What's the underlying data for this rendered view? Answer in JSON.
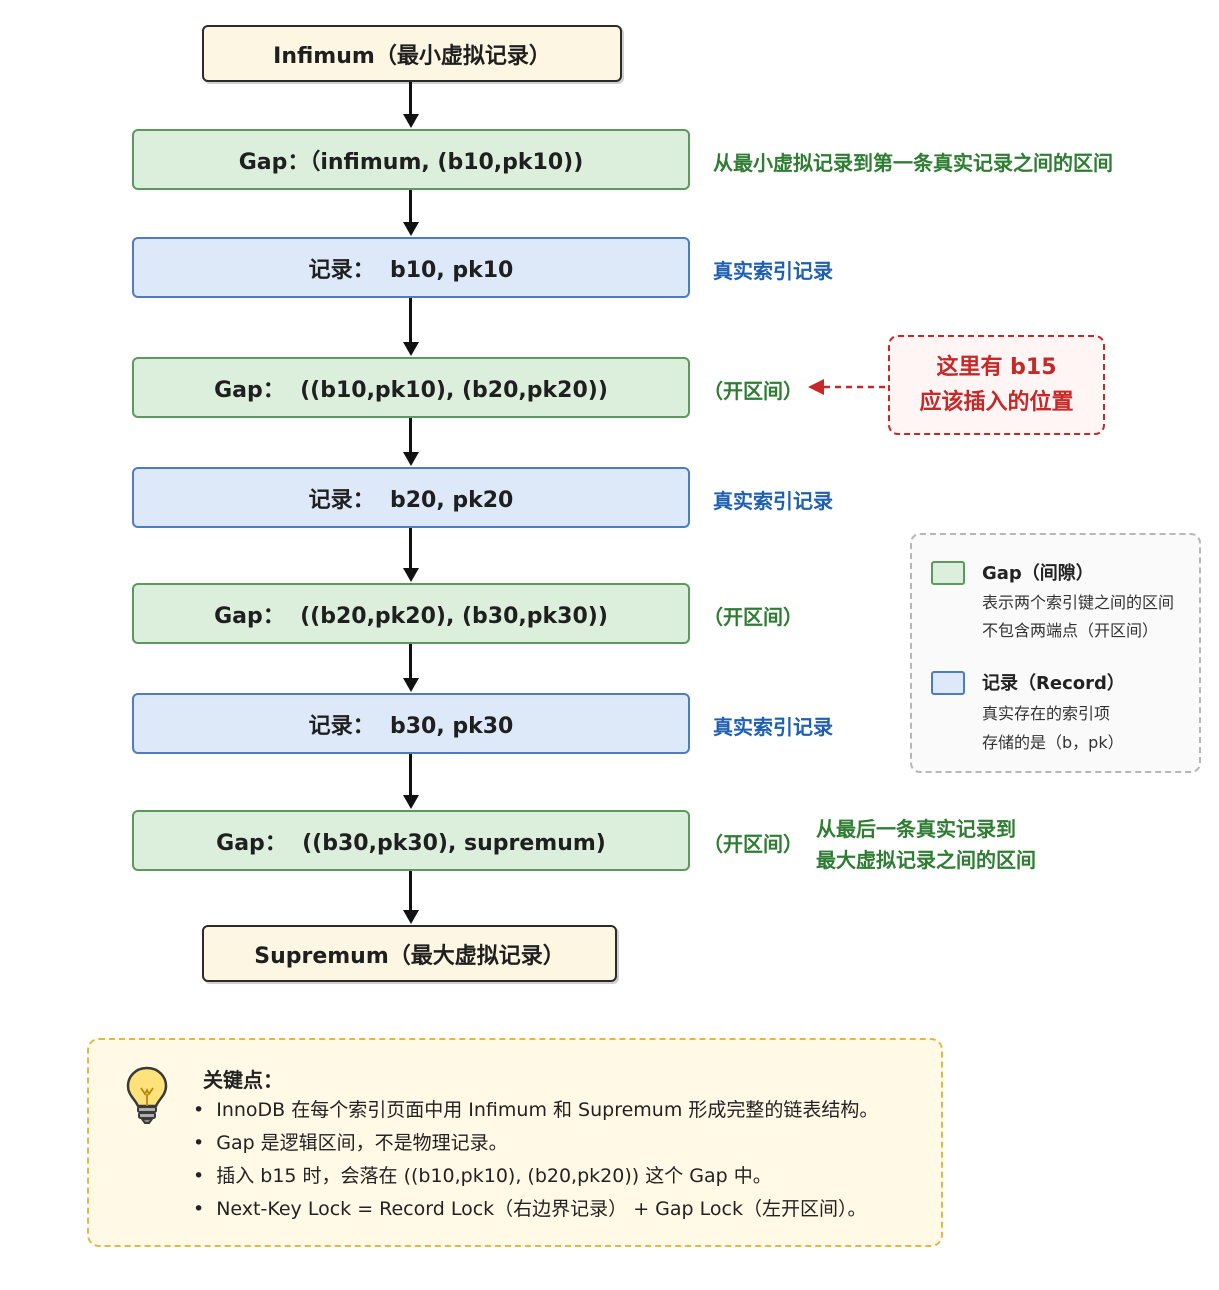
{
  "nodes": {
    "infimum": "Infimum（最小虚拟记录）",
    "gap1": "Gap：（infimum, (b10,pk10))",
    "rec1": "记录：  b10, pk10",
    "gap2": "Gap：  ((b10,pk10), (b20,pk20))",
    "rec2": "记录：  b20, pk20",
    "gap3": "Gap：  ((b20,pk20), (b30,pk30))",
    "rec3": "记录：  b30, pk30",
    "gap4": "Gap：  ((b30,pk30), supremum)",
    "supremum": "Supremum（最大虚拟记录）"
  },
  "side_notes": {
    "gap1": "从最小虚拟记录到第一条真实记录之间的区间",
    "rec1": "真实索引记录",
    "gap2": "（开区间）",
    "rec2": "真实索引记录",
    "gap3": "（开区间）",
    "rec3": "真实索引记录",
    "gap4": "（开区间）",
    "gap4_line1": "从最后一条真实记录到",
    "gap4_line2": "最大虚拟记录之间的区间"
  },
  "callout": {
    "line1": "这里有 b15",
    "line2": "应该插入的位置"
  },
  "legend": {
    "gap_title": "Gap（间隙）",
    "gap_desc1": "表示两个索引键之间的区间",
    "gap_desc2": "不包含两端点（开区间）",
    "rec_title": "记录（Record）",
    "rec_desc1": "真实存在的索引项",
    "rec_desc2": "存储的是（b，pk）"
  },
  "key_points": {
    "title": "关键点：",
    "items": [
      "InnoDB 在每个索引页面中用 Infimum 和 Supremum 形成完整的链表结构。",
      "Gap 是逻辑区间，不是物理记录。",
      "插入 b15 时，会落在 ((b10,pk10), (b20,pk20)) 这个 Gap 中。",
      "Next-Key Lock = Record Lock（右边界记录） + Gap Lock（左开区间）。"
    ]
  },
  "colors": {
    "gap_fill": "#dcefdc",
    "gap_border": "#5a9a5a",
    "record_fill": "#dde9f8",
    "record_border": "#4d7cc4",
    "endpoint_fill": "#fdf6e3",
    "callout": "#c62828",
    "note_green": "#2e7d32",
    "note_blue": "#1f5fb0"
  },
  "icons": {
    "tip": "lightbulb-icon"
  }
}
